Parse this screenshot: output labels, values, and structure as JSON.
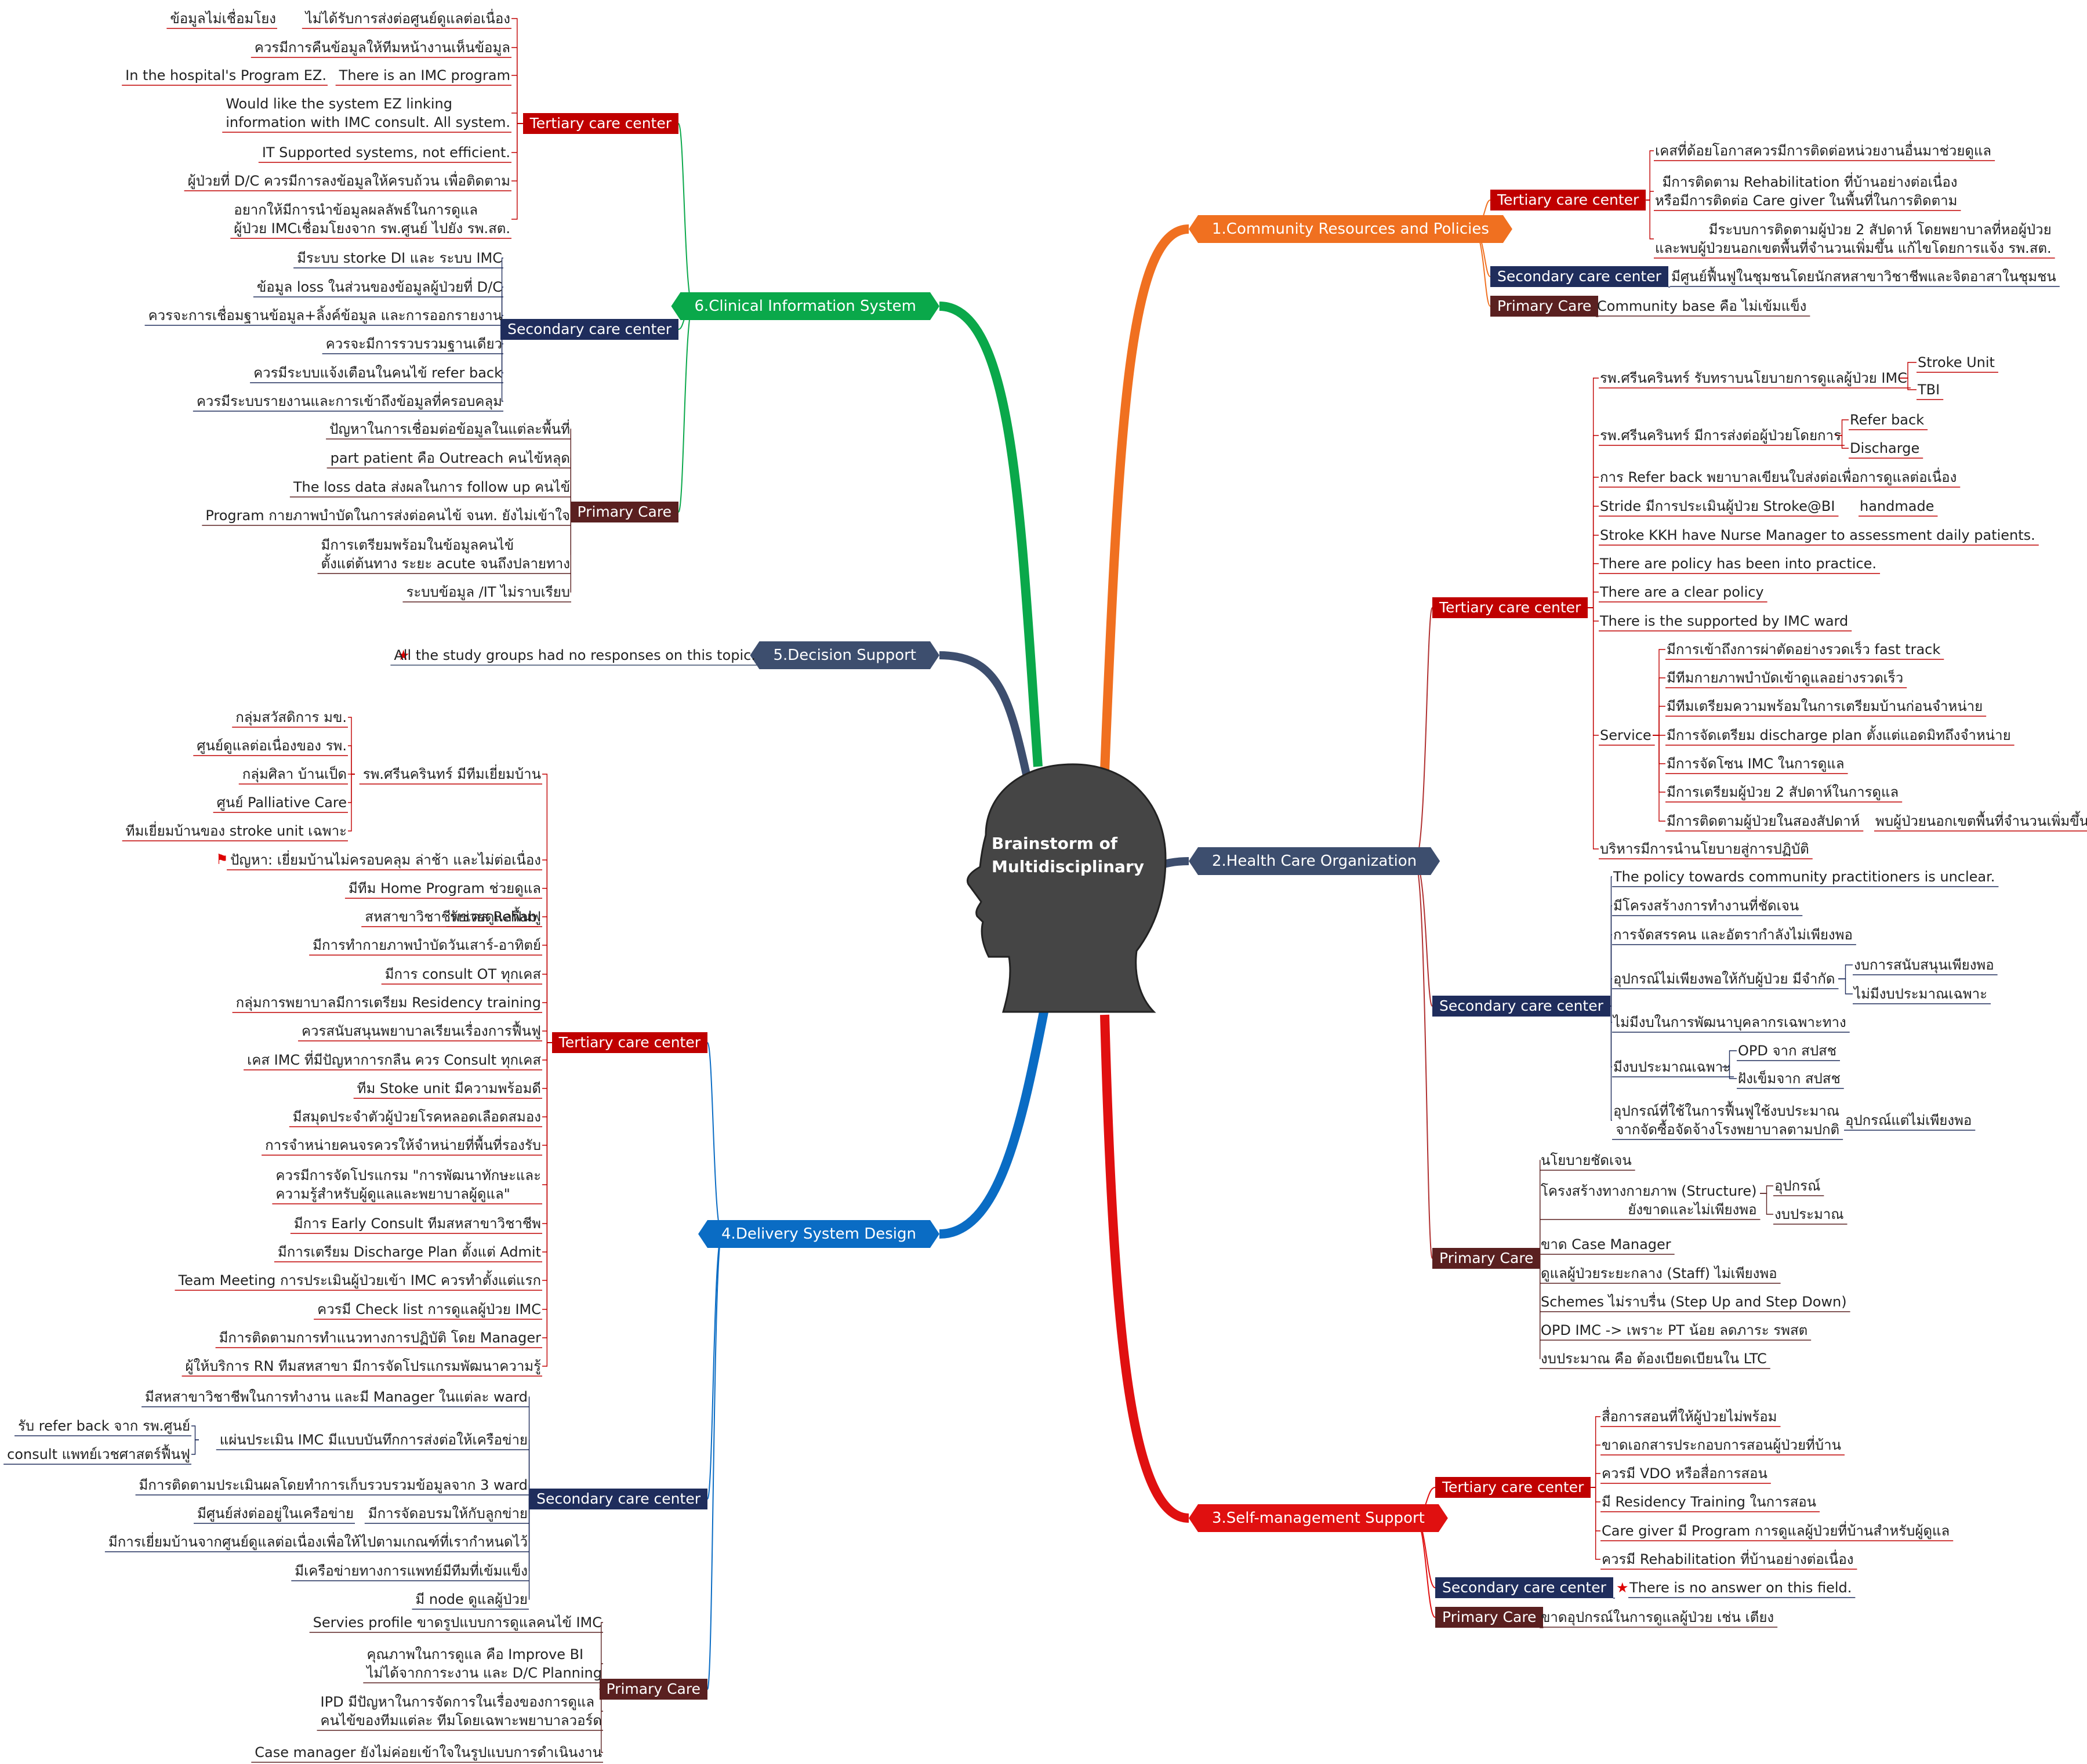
{
  "colors": {
    "tertiary": "#c00000",
    "secondary": "#1f2d5c",
    "primary": "#5a2020",
    "branch1": "#f07020",
    "branch2": "#3d4e6e",
    "branch3": "#e01010",
    "branch4": "#0a6cc4",
    "branch5": "#3d4e6e",
    "branch6": "#0aa84a",
    "head": "#454545"
  },
  "center": {
    "label_line1": "Brainstorm of",
    "label_line2": "Multidisciplinary",
    "icon": "head-silhouette-icon"
  },
  "branches": [
    {
      "label": "1.Community Resources and Policies",
      "subs": [
        {
          "label": "Tertiary care center",
          "level": "tertiary",
          "leaves": [
            "เคสที่ด้อยโอกาสควรมีการติดต่อหน่วยงานอื่นมาช่วยดูแล",
            "มีการติดตาม Rehabilitation ที่บ้านอย่างต่อเนื่อง\nหรือมีการติดต่อ Care giver ในพื้นที่ในการติดตาม",
            "มีระบบการติดตามผู้ป่วย 2 สัปดาห์ โดยพยาบาลที่หอผู้ป่วย\nและพบผู้ป่วยนอกเขตพื้นที่จำนวนเพิ่มขึ้น แก้ไขโดยการแจ้ง รพ.สต."
          ]
        },
        {
          "label": "Secondary care center",
          "level": "secondary",
          "leaves": [
            "มีศูนย์ฟื้นฟูในชุมชนโดยนักสหสาขาวิชาชีพและจิตอาสาในชุมชน"
          ]
        },
        {
          "label": "Primary Care",
          "level": "primary",
          "leaves": [
            "Community base คือ ไม่เข้มแข็ง"
          ]
        }
      ]
    },
    {
      "label": "2.Health Care Organization",
      "subs": [
        {
          "label": "Tertiary care center",
          "level": "tertiary",
          "leaves": [
            "รพ.ศรีนครินทร์ รับทราบนโยบายการดูแลผู้ป่วย IMC",
            "รพ.ศรีนครินทร์ มีการส่งต่อผู้ป่วยโดยการ",
            "การ Refer back พยาบาลเขียนใบส่งต่อเพื่อการดูแลต่อเนื่อง",
            "Stride มีการประเมินผู้ป่วย Stroke@BI",
            "Stroke KKH have Nurse Manager to assessment daily patients.",
            "There are policy has been into practice.",
            "There are a clear policy",
            "There is the supported by IMC ward",
            "Service",
            "บริหารมีการนำนโยบายสู่การปฏิบัติ"
          ],
          "extras": {
            "imc_children": [
              "Stroke Unit",
              "TBI"
            ],
            "refer_children": [
              "Refer back",
              "Discharge"
            ],
            "stride_child": "handmade",
            "service_children": [
              "มีการเข้าถึงการผ่าตัดอย่างรวดเร็ว fast track",
              "มีทีมกายภาพบำบัดเข้าดูแลอย่างรวดเร็ว",
              "มีทีมเตรียมความพร้อมในการเตรียมบ้านก่อนจำหน่าย",
              "มีการจัดเตรียม discharge plan ตั้งแต่แอดมิทถึงจำหน่าย",
              "มีการจัดโซน IMC ในการดูแล",
              "มีการเตรียมผู้ป่วย 2 สัปดาห์ในการดูแล",
              "มีการติดตามผู้ป่วยในสองสัปดาห์"
            ],
            "follow_child": "พบผู้ป่วยนอกเขตพื้นที่จำนวนเพิ่มขึ้น"
          }
        },
        {
          "label": "Secondary care center",
          "level": "secondary",
          "leaves": [
            "The policy towards community practitioners is unclear.",
            "มีโครงสร้างการทำงานที่ชัดเจน",
            "การจัดสรรคน และอัตรากำลังไม่เพียงพอ",
            "อุปกรณ์ไม่เพียงพอให้กับผู้ป่วย มีจำกัด",
            "ไม่มีงบในการพัฒนาบุคลากรเฉพาะทาง",
            "มีงบประมาณเฉพาะ",
            "อุปกรณ์ที่ใช้ในการฟื้นฟูใช้งบประมาณ\nจากจัดซื้อจัดจ้างโรงพยาบาลตามปกติ"
          ],
          "extras": {
            "equip_children": [
              "งบการสนับสนุนเพียงพอ",
              "ไม่มีงบประมาณเฉพาะ"
            ],
            "budget_children": [
              "OPD จาก สปสช",
              "ฝังเข็มจาก สปสช"
            ],
            "device_child": "อุปกรณ์แต่ไม่เพียงพอ"
          }
        },
        {
          "label": "Primary Care",
          "level": "primary",
          "leaves": [
            "นโยบายชัดเจน",
            "โครงสร้างทางกายภาพ (Structure)\nยังขาดและไม่เพียงพอ",
            "ขาด Case Manager",
            "ดูแลผู้ป่วยระยะกลาง (Staff) ไม่เพียงพอ",
            "Schemes ไม่ราบรื่น (Step Up and Step Down)",
            "OPD IMC -> เพราะ PT น้อย ลดภาระ รพสต",
            "งบประมาณ คือ ต้องเบียดเบียนใน LTC"
          ],
          "extras": {
            "struct_children": [
              "อุปกรณ์",
              "งบประมาณ"
            ]
          }
        }
      ]
    },
    {
      "label": "3.Self-management Support",
      "subs": [
        {
          "label": "Tertiary care center",
          "level": "tertiary",
          "leaves": [
            "สื่อการสอนที่ให้ผู้ป่วยไม่พร้อม",
            "ขาดเอกสารประกอบการสอนผู้ป่วยที่บ้าน",
            "ควรมี VDO หรือสื่อการสอน",
            "มี Residency Training ในการสอน",
            "Care giver มี Program การดูแลผู้ป่วยที่บ้านสำหรับผู้ดูแล",
            "ควรมี Rehabilitation ที่บ้านอย่างต่อเนื่อง"
          ]
        },
        {
          "label": "Secondary care center",
          "level": "secondary",
          "leaves": [
            "There is no answer on this field."
          ]
        },
        {
          "label": "Primary Care",
          "level": "primary",
          "leaves": [
            "ขาดอุปกรณ์ในการดูแลผู้ป่วย เช่น เตียง"
          ]
        }
      ]
    },
    {
      "label": "4.Delivery System Design",
      "subs": [
        {
          "label": "Tertiary care center",
          "level": "tertiary",
          "leaves": [
            "รพ.ศรีนครินทร์  มีทีมเยี่ยมบ้าน",
            "ปัญหา: เยี่ยมบ้านไม่ครอบคลุม ล่าช้า และไม่ต่อเนื่อง",
            "มีทีม Home  Program ช่วยดูแล",
            "สหสาขาวิชาชีพช่วยดูแลฟื้นฟู",
            "มีการทำกายภาพบำบัดวันเสาร์-อาทิตย์",
            "มีการ consult OT ทุกเคส",
            "กลุ่มการพยาบาลมีการเตรียม  Residency  training",
            "ควรสนับสนุนพยาบาลเรียนเรื่องการฟื้นฟู",
            "เคส IMC ที่มีปัญหาการกลืน ควร Consult  ทุกเคส",
            "ทีม Stoke unit มีความพร้อมดี",
            "มีสมุดประจำตัวผู้ป่วยโรคหลอดเลือดสมอง",
            "การจำหน่ายคนจรควรให้จำหน่ายที่พื้นที่รองรับ",
            "ควรมีการจัดโปรแกรม \"การพัฒนาทักษะและ\nความรู้สำหรับผู้ดูแลและพยาบาลผู้ดูแล\"",
            "มีการ Early Consult  ทีมสหสาขาวิชาชีพ",
            "มีการเตรียม Discharge Plan ตั้งแต่ Admit",
            "Team Meeting การประเมินผู้ป่วยเข้า IMC ควรทำตั้งแต่แรก",
            "ควรมี Check list การดูแลผู้ป่วย IMC",
            "มีการติดตามการทำแนวทางการปฏิบัติ โดย Manager",
            "ผู้ให้บริการ RN ทีมสหสาขา มีการจัดโปรแกรมพัฒนาความรู้"
          ],
          "extras": {
            "home_children": [
              "กลุ่มสวัสดิการ มข.",
              "ศูนย์ดูแลต่อเนื่องของ รพ.",
              "กลุ่มศิลา บ้านเป็ด",
              "ศูนย์ Palliative Care",
              "ทีมเยี่ยมบ้านของ stroke unit เฉพาะ"
            ],
            "multi_child": "รับเคส  Rehab"
          }
        },
        {
          "label": "Secondary care center",
          "level": "secondary",
          "leaves": [
            "มีสหสาขาวิชาชีพในการทำงาน และมี Manager ในแต่ละ ward",
            "แผ่นประเมิน IMC มีแบบบันทึกการส่งต่อให้เครือข่าย",
            "มีการติดตามประเมินผลโดยทำการเก็บรวบรวมข้อมูลจาก 3 ward",
            "มีการจัดอบรมให้กับลูกข่าย",
            "มีการเยี่ยมบ้านจากศูนย์ดูแลต่อเนื่องเพื่อให้ไปตามเกณฑ์ที่เรากำหนดไว้",
            "มีเครือข่ายทางการแพทย์มีทีมที่เข้มแข็ง",
            "มี node ดูแลผู้ป่วย"
          ],
          "extras": {
            "form_children": [
              "รับ refer back จาก รพ.ศูนย์",
              "consult แพทย์เวชศาสตร์ฟื้นฟู"
            ],
            "train_child": "มีศูนย์ส่งต่ออยู่ในเครือข่าย"
          }
        },
        {
          "label": "Primary Care",
          "level": "primary",
          "leaves": [
            "Servies profile ขาดรูปแบบการดูแลคนไข้ IMC",
            "คุณภาพในการดูแล คือ Improve BI\nไม่ได้จากการะงาน และ D/C Planning",
            "IPD มีปัญหาในการจัดการในเรื่องของการดูแล\nคนไข้ของทีมแต่ละ ทีมโดยเฉพาะพยาบาลวอร์ด",
            "Case manager ยังไม่ค่อยเข้าใจในรูปแบบการดำเนินงาน"
          ]
        }
      ]
    },
    {
      "label": "5.Decision Support",
      "subs": [],
      "leaf": "All the study groups had no responses on this topic."
    },
    {
      "label": "6.Clinical Information System",
      "subs": [
        {
          "label": "Tertiary care center",
          "level": "tertiary",
          "leaves": [
            "ไม่ได้รับการส่งต่อศูนย์ดูแลต่อเนื่อง",
            "ควรมีการคืนข้อมูลให้ทีมหน้างานเห็นข้อมูล",
            "There is an IMC program",
            "Would like the system EZ linking\ninformation with IMC consult. All system.",
            "IT Supported systems, not efficient.",
            "ผู้ป่วยที่ D/C ควรมีการลงข้อมูลให้ครบถ้วน เพื่อติดตาม",
            "อยากให้มีการนำข้อมูลผลลัพธ์ในการดูแล\nผู้ป่วย IMCเชื่อมโยงจาก รพ.ศูนย์ ไปยัง รพ.สต."
          ],
          "extras": {
            "first_child": "ข้อมูลไม่เชื่อมโยง",
            "ez_child": "In the hospital's Program EZ."
          }
        },
        {
          "label": "Secondary care center",
          "level": "secondary",
          "leaves": [
            "มีระบบ storke DI และ ระบบ IMC",
            "ข้อมูล loss ในส่วนของข้อมูลผู้ป่วยที่ D/C",
            "ควรจะการเชื่อมฐานข้อมูล+ลิ้งค์ข้อมูล และการออกรายงาน",
            "ควรจะมีการรวบรวมฐานเดียว",
            "ควรมีระบบแจ้งเตือนในคนไข้ refer back",
            "ควรมีระบบรายงานและการเข้าถึงข้อมูลที่ครอบคลุม"
          ]
        },
        {
          "label": "Primary Care",
          "level": "primary",
          "leaves": [
            "ปัญหาในการเชื่อมต่อข้อมูลในแต่ละพื้นที่",
            "part patient คือ Outreach คนไข้หลุด",
            "The loss data ส่งผลในการ follow up คนไข้",
            "Program กายภาพบำบัดในการส่งต่อคนไข้ จนท. ยังไม่เข้าใจ",
            "มีการเตรียมพร้อมในข้อมูลคนไข้\nตั้งแต่ต้นทาง ระยะ acute จนถึงปลายทาง",
            "ระบบข้อมูล /IT ไม่ราบเรียบ"
          ]
        }
      ]
    }
  ]
}
